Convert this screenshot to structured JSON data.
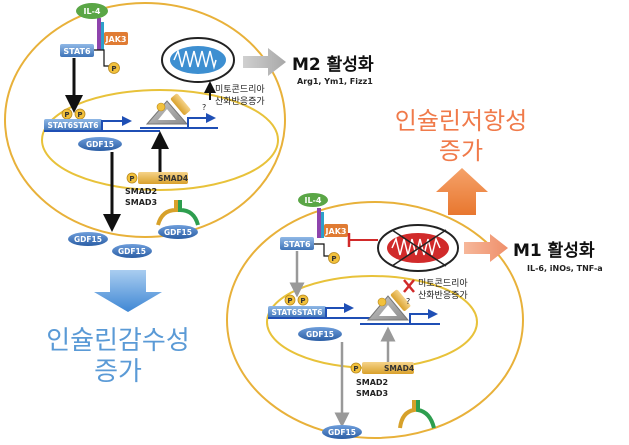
{
  "colors": {
    "cell_border": "#e8b13a",
    "nucleus_border": "#e8c23a",
    "mito_healthy": "#3d8fd1",
    "mito_damaged": "#d12a2a",
    "stat6": "#4f86c6",
    "gdf15": "#3b6db0",
    "smad4": "#e8b13a",
    "p_bubble": "#f2c13c",
    "blue_text": "#5a9ad6",
    "orange_text": "#f07a4a",
    "arrow_orange": "#f08a40",
    "arrow_blue": "#4a8fd6"
  },
  "left_cell": {
    "il4": "IL-4",
    "jak3": "JAK3",
    "stat6": "STAT6",
    "p": "P",
    "stat6_dimer": "STAT6STAT6",
    "gdf15_nuc": "GDF15",
    "smad4": "SMAD4",
    "smad2": "SMAD2",
    "smad3": "SMAD3",
    "gdf15_receptor": "GDF15",
    "gdf15_secreted_1": "GDF15",
    "gdf15_secreted_2": "GDF15",
    "mito_text_1": "미토콘드리아",
    "mito_text_2": "산화반응증가",
    "question": "?"
  },
  "m2": {
    "title": "M2 활성화",
    "markers": "Arg1, Ym1, Fizz1"
  },
  "left_outcome": {
    "line1": "인슐린감수성",
    "line2": "증가"
  },
  "right_cell": {
    "il4": "IL-4",
    "jak3": "JAK3",
    "stat6": "STAT6",
    "p": "P",
    "stat6_dimer": "STAT6STAT6",
    "gdf15_nuc": "GDF15",
    "smad4": "SMAD4",
    "smad2": "SMAD2",
    "smad3": "SMAD3",
    "gdf15_secreted": "GDF15",
    "mito_text_1": "미토콘드리아",
    "mito_text_2": "산화반응증가",
    "question": "?"
  },
  "m1": {
    "title": "M1 활성화",
    "markers": "IL-6, iNOs, TNF-a"
  },
  "right_outcome": {
    "line1": "인슐린저항성",
    "line2": "증가"
  }
}
